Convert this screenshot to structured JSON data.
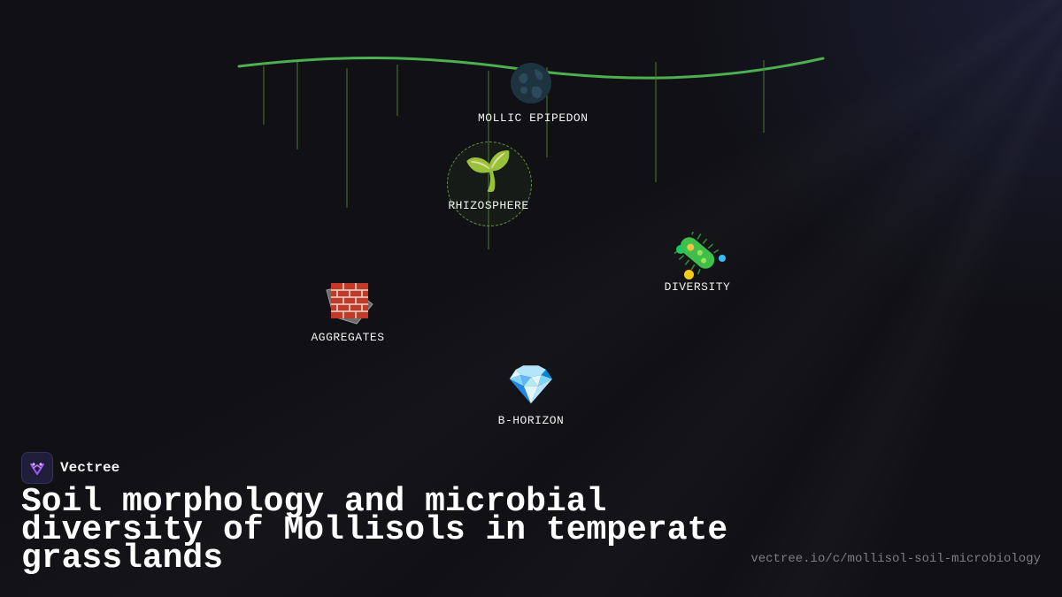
{
  "diagram": {
    "nodes": [
      {
        "id": "mollic",
        "label": "MOLLIC EPIPEDON",
        "icon": "dark-soil-globe-icon"
      },
      {
        "id": "rhizo",
        "label": "RHIZOSPHERE",
        "icon": "seedling-icon",
        "glyph": "🌱"
      },
      {
        "id": "diversity",
        "label": "DIVERSITY",
        "icon": "microbe-icon"
      },
      {
        "id": "aggregates",
        "label": "AGGREGATES",
        "icon": "brick-icon"
      },
      {
        "id": "bhorizon",
        "label": "B-HORIZON",
        "icon": "gem-icon",
        "glyph": "💎"
      }
    ],
    "colors": {
      "grass_line": "#4caf50",
      "root_line": "#4f7a2c",
      "dot_green": "#22c55e",
      "dot_blue": "#38bdf8",
      "dot_yellow": "#facc15"
    }
  },
  "brand": {
    "name": "Vectree",
    "icon": "vectree-logo-icon"
  },
  "title": "Soil morphology and microbial diversity of Mollisols in temperate grasslands",
  "url": "vectree.io/c/mollisol-soil-microbiology"
}
